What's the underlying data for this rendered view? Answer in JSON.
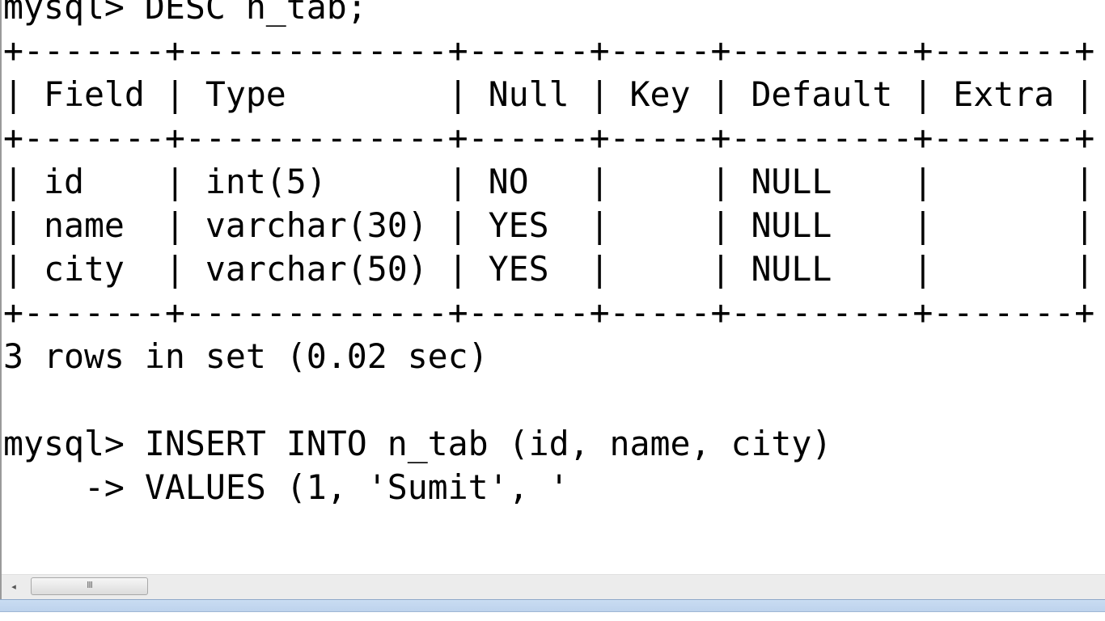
{
  "console": {
    "lines": [
      "mysql> DESC n_tab;",
      "+-------+-------------+------+-----+---------+-------+",
      "| Field | Type        | Null | Key | Default | Extra |",
      "+-------+-------------+------+-----+---------+-------+",
      "| id    | int(5)      | NO   |     | NULL    |       |",
      "| name  | varchar(30) | YES  |     | NULL    |       |",
      "| city  | varchar(50) | YES  |     | NULL    |       |",
      "+-------+-------------+------+-----+---------+-------+",
      "3 rows in set (0.02 sec)",
      "",
      "mysql> INSERT INTO n_tab (id, name, city)",
      "    -> VALUES (1, 'Sumit', '"
    ]
  },
  "scrollbar": {
    "left_arrow_icon": "chevron-left-icon",
    "thumb_grip": "III"
  }
}
